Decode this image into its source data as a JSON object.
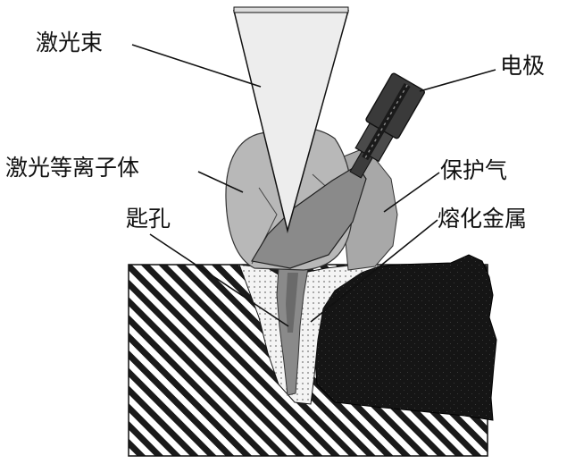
{
  "labels": {
    "laser_beam": "激光束",
    "electrode": "电极",
    "laser_plasma": "激光等离子体",
    "shielding_gas": "保护气",
    "keyhole": "匙孔",
    "molten_metal": "熔化金属"
  }
}
